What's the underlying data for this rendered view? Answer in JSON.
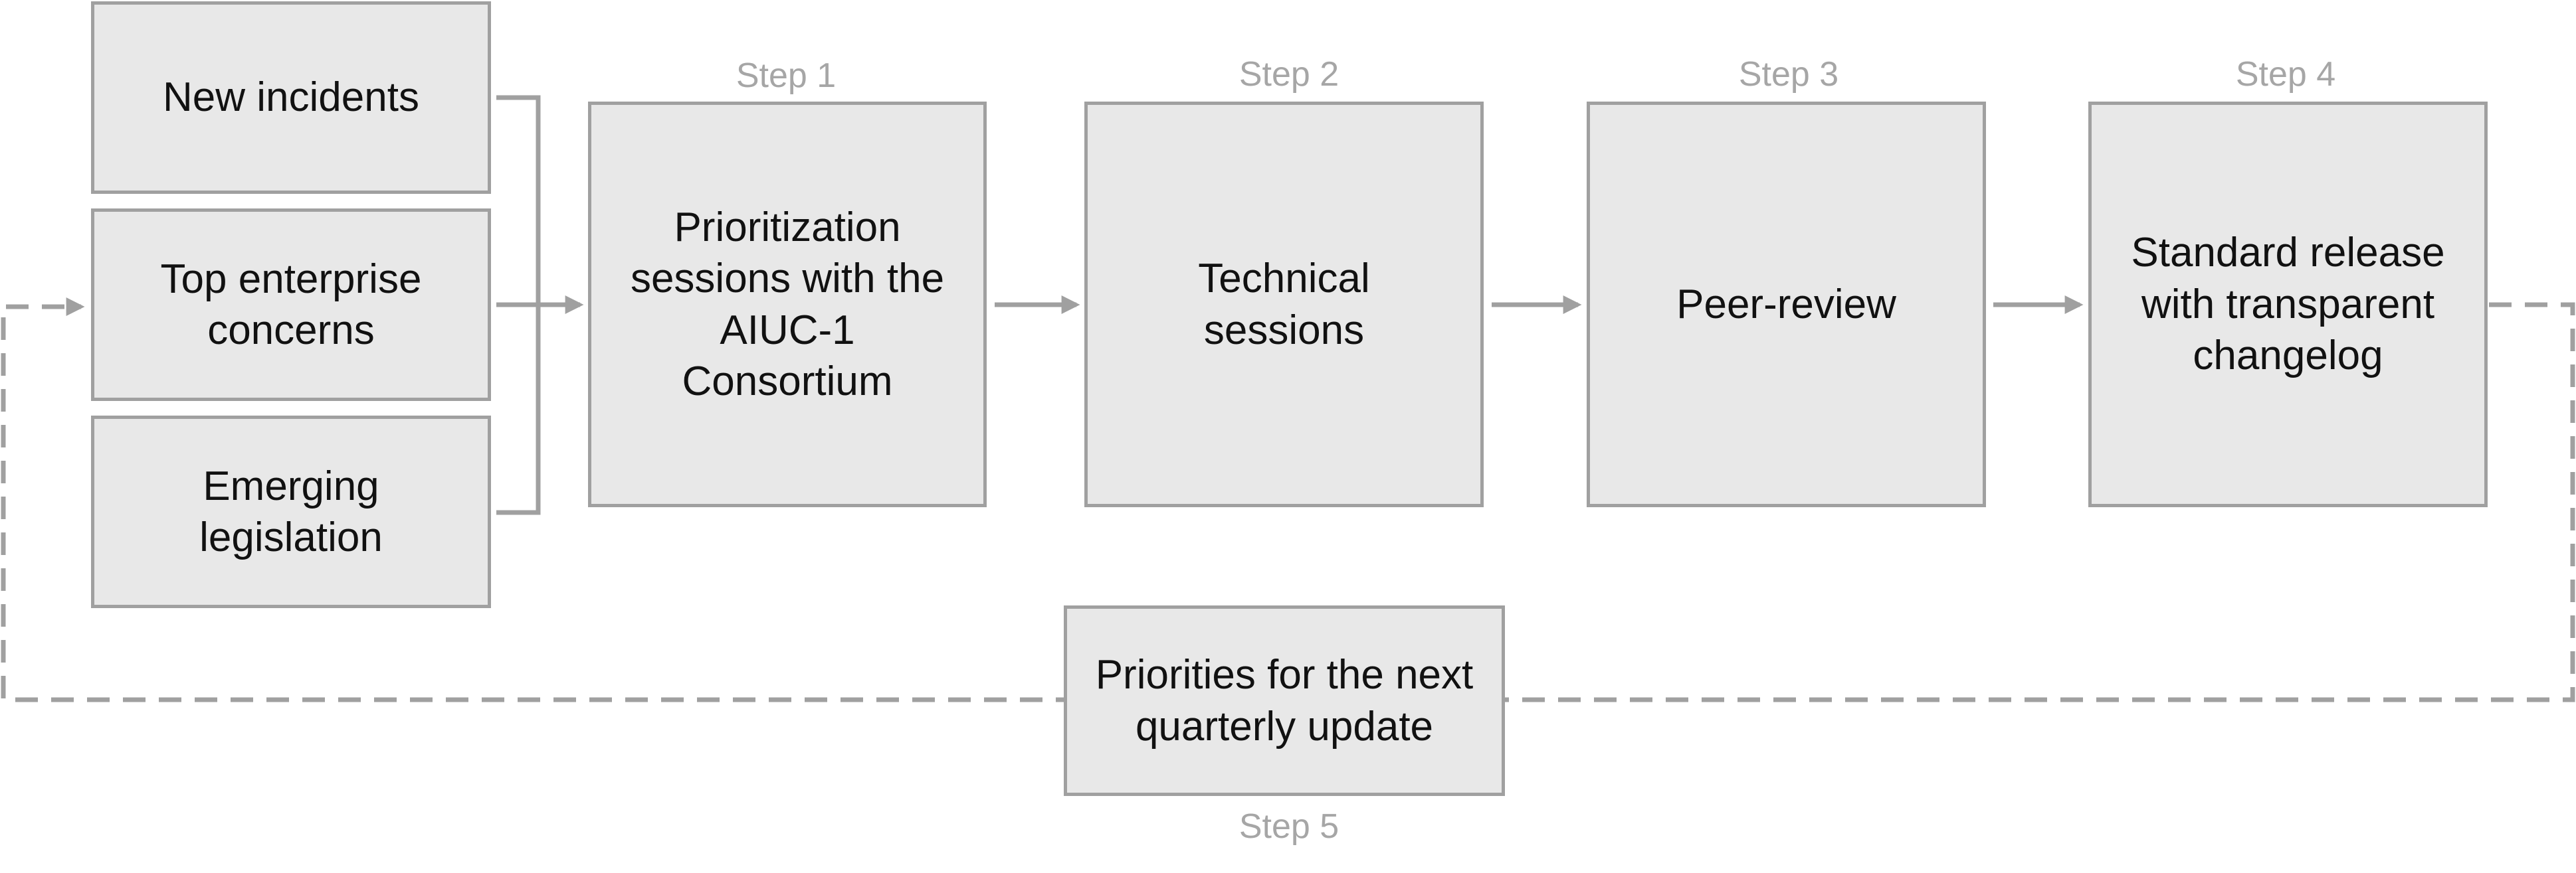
{
  "inputs": [
    {
      "label": "New incidents"
    },
    {
      "label": "Top enterprise\nconcerns"
    },
    {
      "label": "Emerging\nlegislation"
    }
  ],
  "steps": [
    {
      "step_label": "Step 1",
      "box_label": "Prioritization\nsessions with the\nAIUC-1\nConsortium"
    },
    {
      "step_label": "Step 2",
      "box_label": "Technical\nsessions"
    },
    {
      "step_label": "Step 3",
      "box_label": "Peer-review"
    },
    {
      "step_label": "Step 4",
      "box_label": "Standard release\nwith transparent\nchangelog"
    },
    {
      "step_label": "Step 5",
      "box_label": "Priorities for the next\nquarterly update"
    }
  ],
  "colors": {
    "box_fill": "#e8e8e8",
    "box_border": "#a0a0a0",
    "connector": "#a0a0a0",
    "step_label": "#a6a6a6",
    "text": "#111111"
  }
}
